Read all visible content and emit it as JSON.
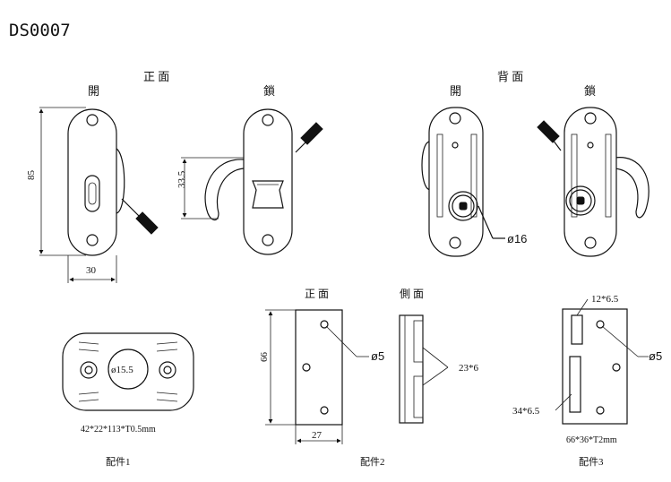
{
  "model_code": "DS0007",
  "views": {
    "front": "正  面",
    "back": "背  面",
    "open": "開",
    "lock": "鎖"
  },
  "dims": {
    "height_85": "85",
    "width_30": "30",
    "hook_33_5": "33.5",
    "dia_16": "ø16"
  },
  "part1": {
    "hole_label": "ø15.5",
    "size": "42*22*113*T0.5mm",
    "caption": "配件1"
  },
  "part2": {
    "front": "正  面",
    "side": "側  面",
    "h66": "66",
    "w27": "27",
    "hole": "ø5",
    "slot": "23*6",
    "caption": "配件2"
  },
  "part3": {
    "slot_small": "12*6.5",
    "slot_big": "34*6.5",
    "hole": "ø5",
    "size": "66*36*T2mm",
    "caption": "配件3"
  },
  "icons": [
    "lock-cylinder-icon",
    "latch-handle-icon"
  ]
}
